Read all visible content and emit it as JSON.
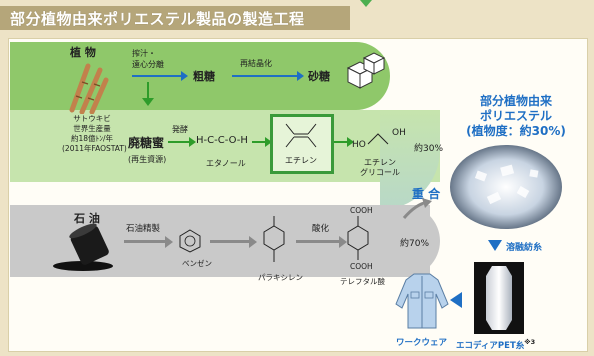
{
  "title": "部分植物由来ポリエステル製品の製造工程",
  "plant": {
    "label": "植 物",
    "crop_lines": [
      "サトウキビ",
      "世界生産量",
      "約18億ﾄﾝ/年",
      "(2011年FAOSTAT)"
    ]
  },
  "steps": {
    "press": [
      "搾汁・",
      "遠心分離"
    ],
    "crude_sugar": "粗糖",
    "recrystallize": "再結晶化",
    "sugar": "砂糖",
    "molasses": "廃糖蜜",
    "renewable": "(再生資源)",
    "ferment": "発酵",
    "ethanol_formula": "H-C-C-O-H",
    "ethanol": "エタノール",
    "ethylene": "エチレン",
    "glycol_formula_ho": "HO",
    "glycol_formula_oh": "OH",
    "glycol": [
      "エチレン",
      "グリコール"
    ],
    "ratio_plant": "約30%",
    "polymerize": "重 合",
    "ratio_oil": "約70%"
  },
  "oil": {
    "label": "石 油",
    "refine": "石油精製",
    "benzene": "ベンゼン",
    "oxidize": "酸化",
    "paraxylene": "パラキシレン",
    "tpa": "テレフタル酸",
    "cooh_top": "COOH",
    "cooh_bottom": "COOH"
  },
  "product": {
    "title": [
      "部分植物由来",
      "ポリエステル",
      "(植物度：約30%)"
    ],
    "melt_spin": "溶融紡糸",
    "fiber": "エコディア",
    "fiber_suffix": "PET糸",
    "fiber_note": "※3",
    "workwear": "ワークウェア"
  },
  "colors": {
    "accent_blue": "#1f6fc4",
    "green_dark": "#3a9a3a",
    "green_band": "#8fc86a",
    "gray_band": "#c9c9c9"
  }
}
